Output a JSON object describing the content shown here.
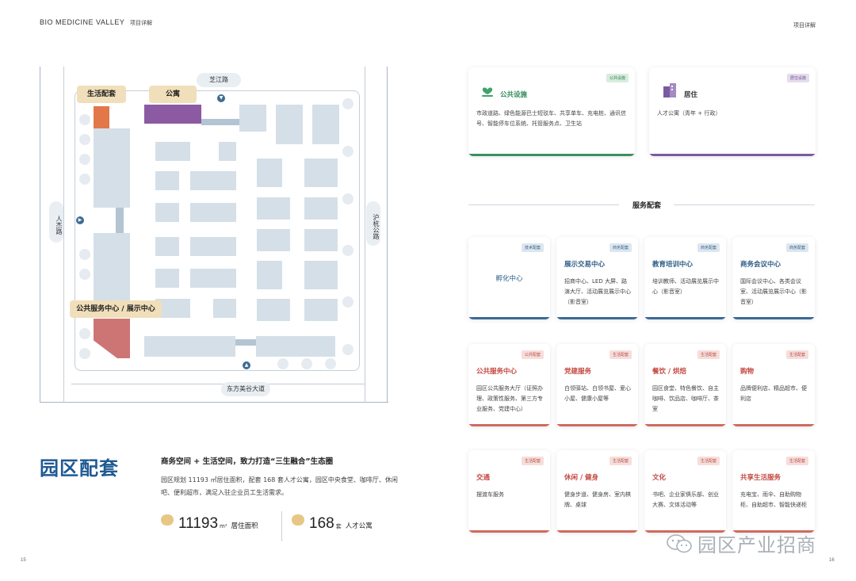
{
  "header": {
    "brand": "BIO MEDICINE VALLEY",
    "section_left": "项目详解",
    "section_right": "项目详解",
    "page_left": "15",
    "page_right": "16"
  },
  "map": {
    "roads": {
      "north": "芝江路",
      "south": "东方美谷大道",
      "west": "人杰路",
      "east": "沪杭公路"
    },
    "markers": {
      "life": "生活配套",
      "apartment": "公寓",
      "public": "公共服务中心 / 展示中心"
    },
    "colors": {
      "life": "#e2774a",
      "apartment": "#8b5aa3",
      "public": "#cd7575",
      "building": "#d5dfe8"
    }
  },
  "intro": {
    "title": "园区配套",
    "subtitle": "商务空间 + 生活空间，致力打造“三生融合”生态圈",
    "description": "园区规划 11193 ㎡居住面积，配套 168 套人才公寓，园区中央食堂、咖啡厅、休闲吧、便利超市，满足入驻企业员工生活需求。",
    "stats": [
      {
        "number": "11193",
        "unit": "m²",
        "label": "居住面积",
        "icon": "area-icon"
      },
      {
        "number": "168",
        "unit": "套",
        "label": "人才公寓",
        "icon": "apartment-icon"
      }
    ]
  },
  "top_cards": [
    {
      "tag": "公共设施",
      "title": "公共设施",
      "body": "市政道路、绿色能源巴士短驳车、共享单车、充电桩、通讯信号、智能停车位系统、托管服务点、卫生站",
      "icon": "public-facility-icon"
    },
    {
      "tag": "居住设施",
      "title": "居住",
      "body": "人才公寓（青年 + 行政）",
      "icon": "residence-icon"
    }
  ],
  "services": {
    "title": "服务配套",
    "row1": [
      {
        "tag": "技术配套",
        "title": "孵化中心",
        "body": ""
      },
      {
        "tag": "商务配套",
        "title": "展示交易中心",
        "body": "招商中心、LED 大屏、路演大厅、活动展览展示中心（影音室）"
      },
      {
        "tag": "商务配套",
        "title": "教育培训中心",
        "body": "培训教师、活动展览展示中心（影音室）"
      },
      {
        "tag": "商务配套",
        "title": "商务会议中心",
        "body": "国际会议中心、各类会议室、活动展览展示中心（影音室）"
      }
    ],
    "row2": [
      {
        "tag": "公共配套",
        "title": "公共服务中心",
        "body": "园区公共服务大厅（证照办理、政策性服务、第三方专业服务、党建中心）"
      },
      {
        "tag": "生活配套",
        "title": "党建服务",
        "body": "白领驿站、白领书屋、爱心小屋、健康小屋等"
      },
      {
        "tag": "生活配套",
        "title": "餐饮 / 烘焙",
        "body": "园区食堂、特色餐饮、自主咖啡、饮品店、咖啡厅、茶室"
      },
      {
        "tag": "生活配套",
        "title": "购物",
        "body": "品牌便利店、精品超市、便利店"
      }
    ],
    "row3": [
      {
        "tag": "生活配套",
        "title": "交通",
        "body": "摆渡车服务"
      },
      {
        "tag": "生活配套",
        "title": "休闲 / 健身",
        "body": "健身步道、健身房、室内棋牌、桌球"
      },
      {
        "tag": "生活配套",
        "title": "文化",
        "body": "书吧、企业家俱乐部、创业大赛、文体活动等"
      },
      {
        "tag": "生活配套",
        "title": "共享生活服务",
        "body": "充电宝、雨伞、自助购物柜、自助超市、智能快递柜"
      }
    ]
  },
  "watermark": "园区产业招商"
}
